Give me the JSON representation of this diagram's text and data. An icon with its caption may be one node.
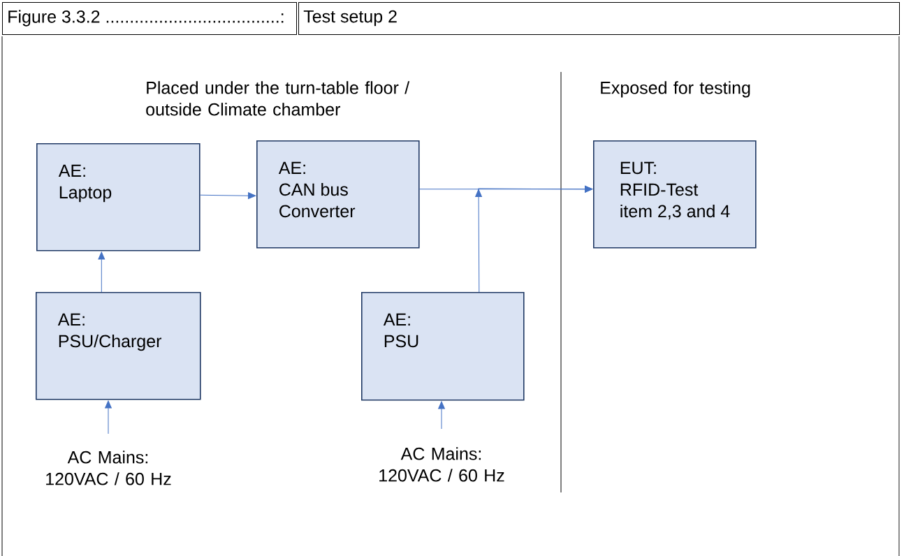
{
  "diagram": {
    "nodes": [
      {
        "text": [
          "AE:",
          "Laptop"
        ]
      },
      {
        "text": [
          "AE:",
          "CAN bus Converter"
        ]
      },
      {
        "text": [
          "EUT:",
          "RFID-Test item 2,3 and 4"
        ]
      },
      {
        "text": [
          "AE:",
          "PSU/Charger"
        ]
      },
      {
        "text": [
          "AE:",
          "PSU"
        ]
      },
      {
        "text": [
          "AC Mains: 120VAC / 60 Hz"
        ]
      },
      {
        "text": [
          "AC Mains: 120VAC / 60 Hz"
        ]
      }
    ],
    "edges": [
      {
        "from": 0,
        "to": 1,
        "arrow": "to"
      },
      {
        "from": 1,
        "to": 2,
        "arrow": "to"
      },
      {
        "from": 3,
        "to": 0,
        "arrow": "to"
      },
      {
        "from": 4,
        "to": 2,
        "arrow": "to"
      },
      {
        "from": 5,
        "to": 3,
        "arrow": "to"
      },
      {
        "from": 6,
        "to": 4,
        "arrow": "to"
      }
    ],
    "labels": [
      "Figure 3.3.2 ....................................:",
      "Test setup 2",
      "Placed under the turn-table floor / outside Climate chamber",
      "Exposed for testing"
    ]
  }
}
